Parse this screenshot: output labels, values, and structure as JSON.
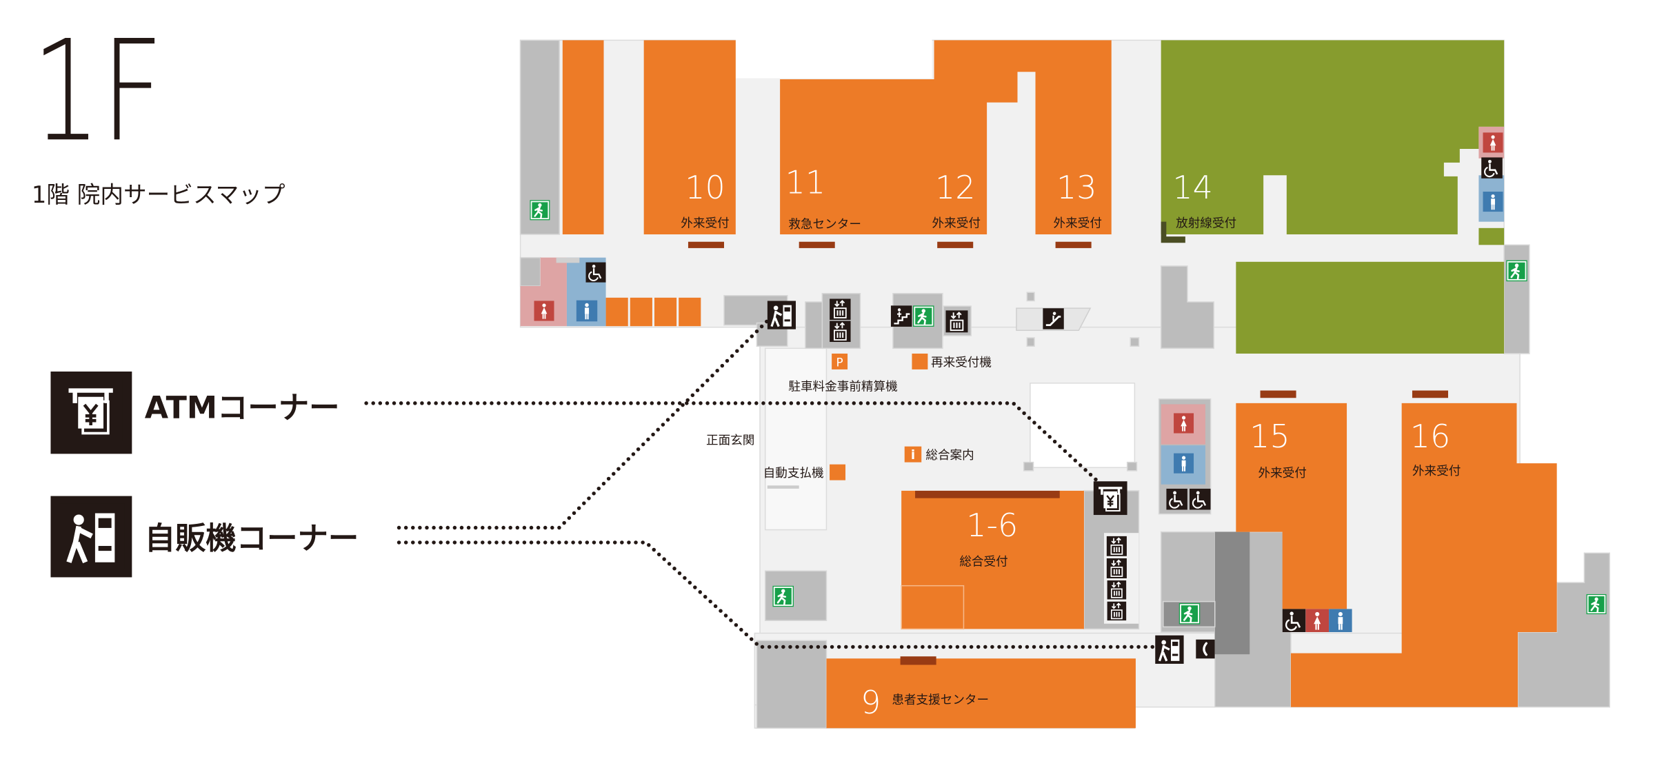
{
  "header": {
    "floor": "1F",
    "subtitle": "1階 院内サービスマップ"
  },
  "legend": [
    {
      "label": "ATMコーナー",
      "icon": "atm-icon"
    },
    {
      "label": "自販機コーナー",
      "icon": "vending-machine-icon"
    }
  ],
  "rooms": {
    "r10": {
      "number": "10",
      "label": "外来受付"
    },
    "r11": {
      "number": "11",
      "label": "救急センター"
    },
    "r12": {
      "number": "12",
      "label": "外来受付"
    },
    "r13": {
      "number": "13",
      "label": "外来受付"
    },
    "r14": {
      "number": "14",
      "label": "放射線受付"
    },
    "r15": {
      "number": "15",
      "label": "外来受付"
    },
    "r16": {
      "number": "16",
      "label": "外来受付"
    },
    "r1_6": {
      "number": "1-6",
      "label": "総合受付"
    },
    "r9": {
      "number": "9",
      "label": "患者支援センター"
    }
  },
  "facilities": {
    "parking_machine": "駐車料金事前精算機",
    "parking_symbol": "P",
    "reentry_machine": "再来受付機",
    "main_entrance": "正面玄関",
    "information": "総合案内",
    "information_symbol": "i",
    "auto_payment": "自動支払機"
  },
  "icons": [
    "atm-icon",
    "vending-machine-icon",
    "elevator-icon",
    "escalator-icon",
    "stairs-icon",
    "emergency-exit-icon",
    "wheelchair-icon",
    "female-restroom-icon",
    "male-restroom-icon",
    "phone-icon",
    "information-icon",
    "parking-icon"
  ],
  "colors": {
    "department": "#ed7b27",
    "radiology": "#879c2e",
    "counter": "#983b14",
    "floor": "#f1f1f1",
    "facility": "#bcbcbc",
    "icon_dark": "#231815",
    "exit_green": "#17a04a",
    "female": "#c0463f",
    "female_bg": "#dea4a4",
    "male": "#3f7bb0",
    "male_bg": "#8db3d1"
  }
}
